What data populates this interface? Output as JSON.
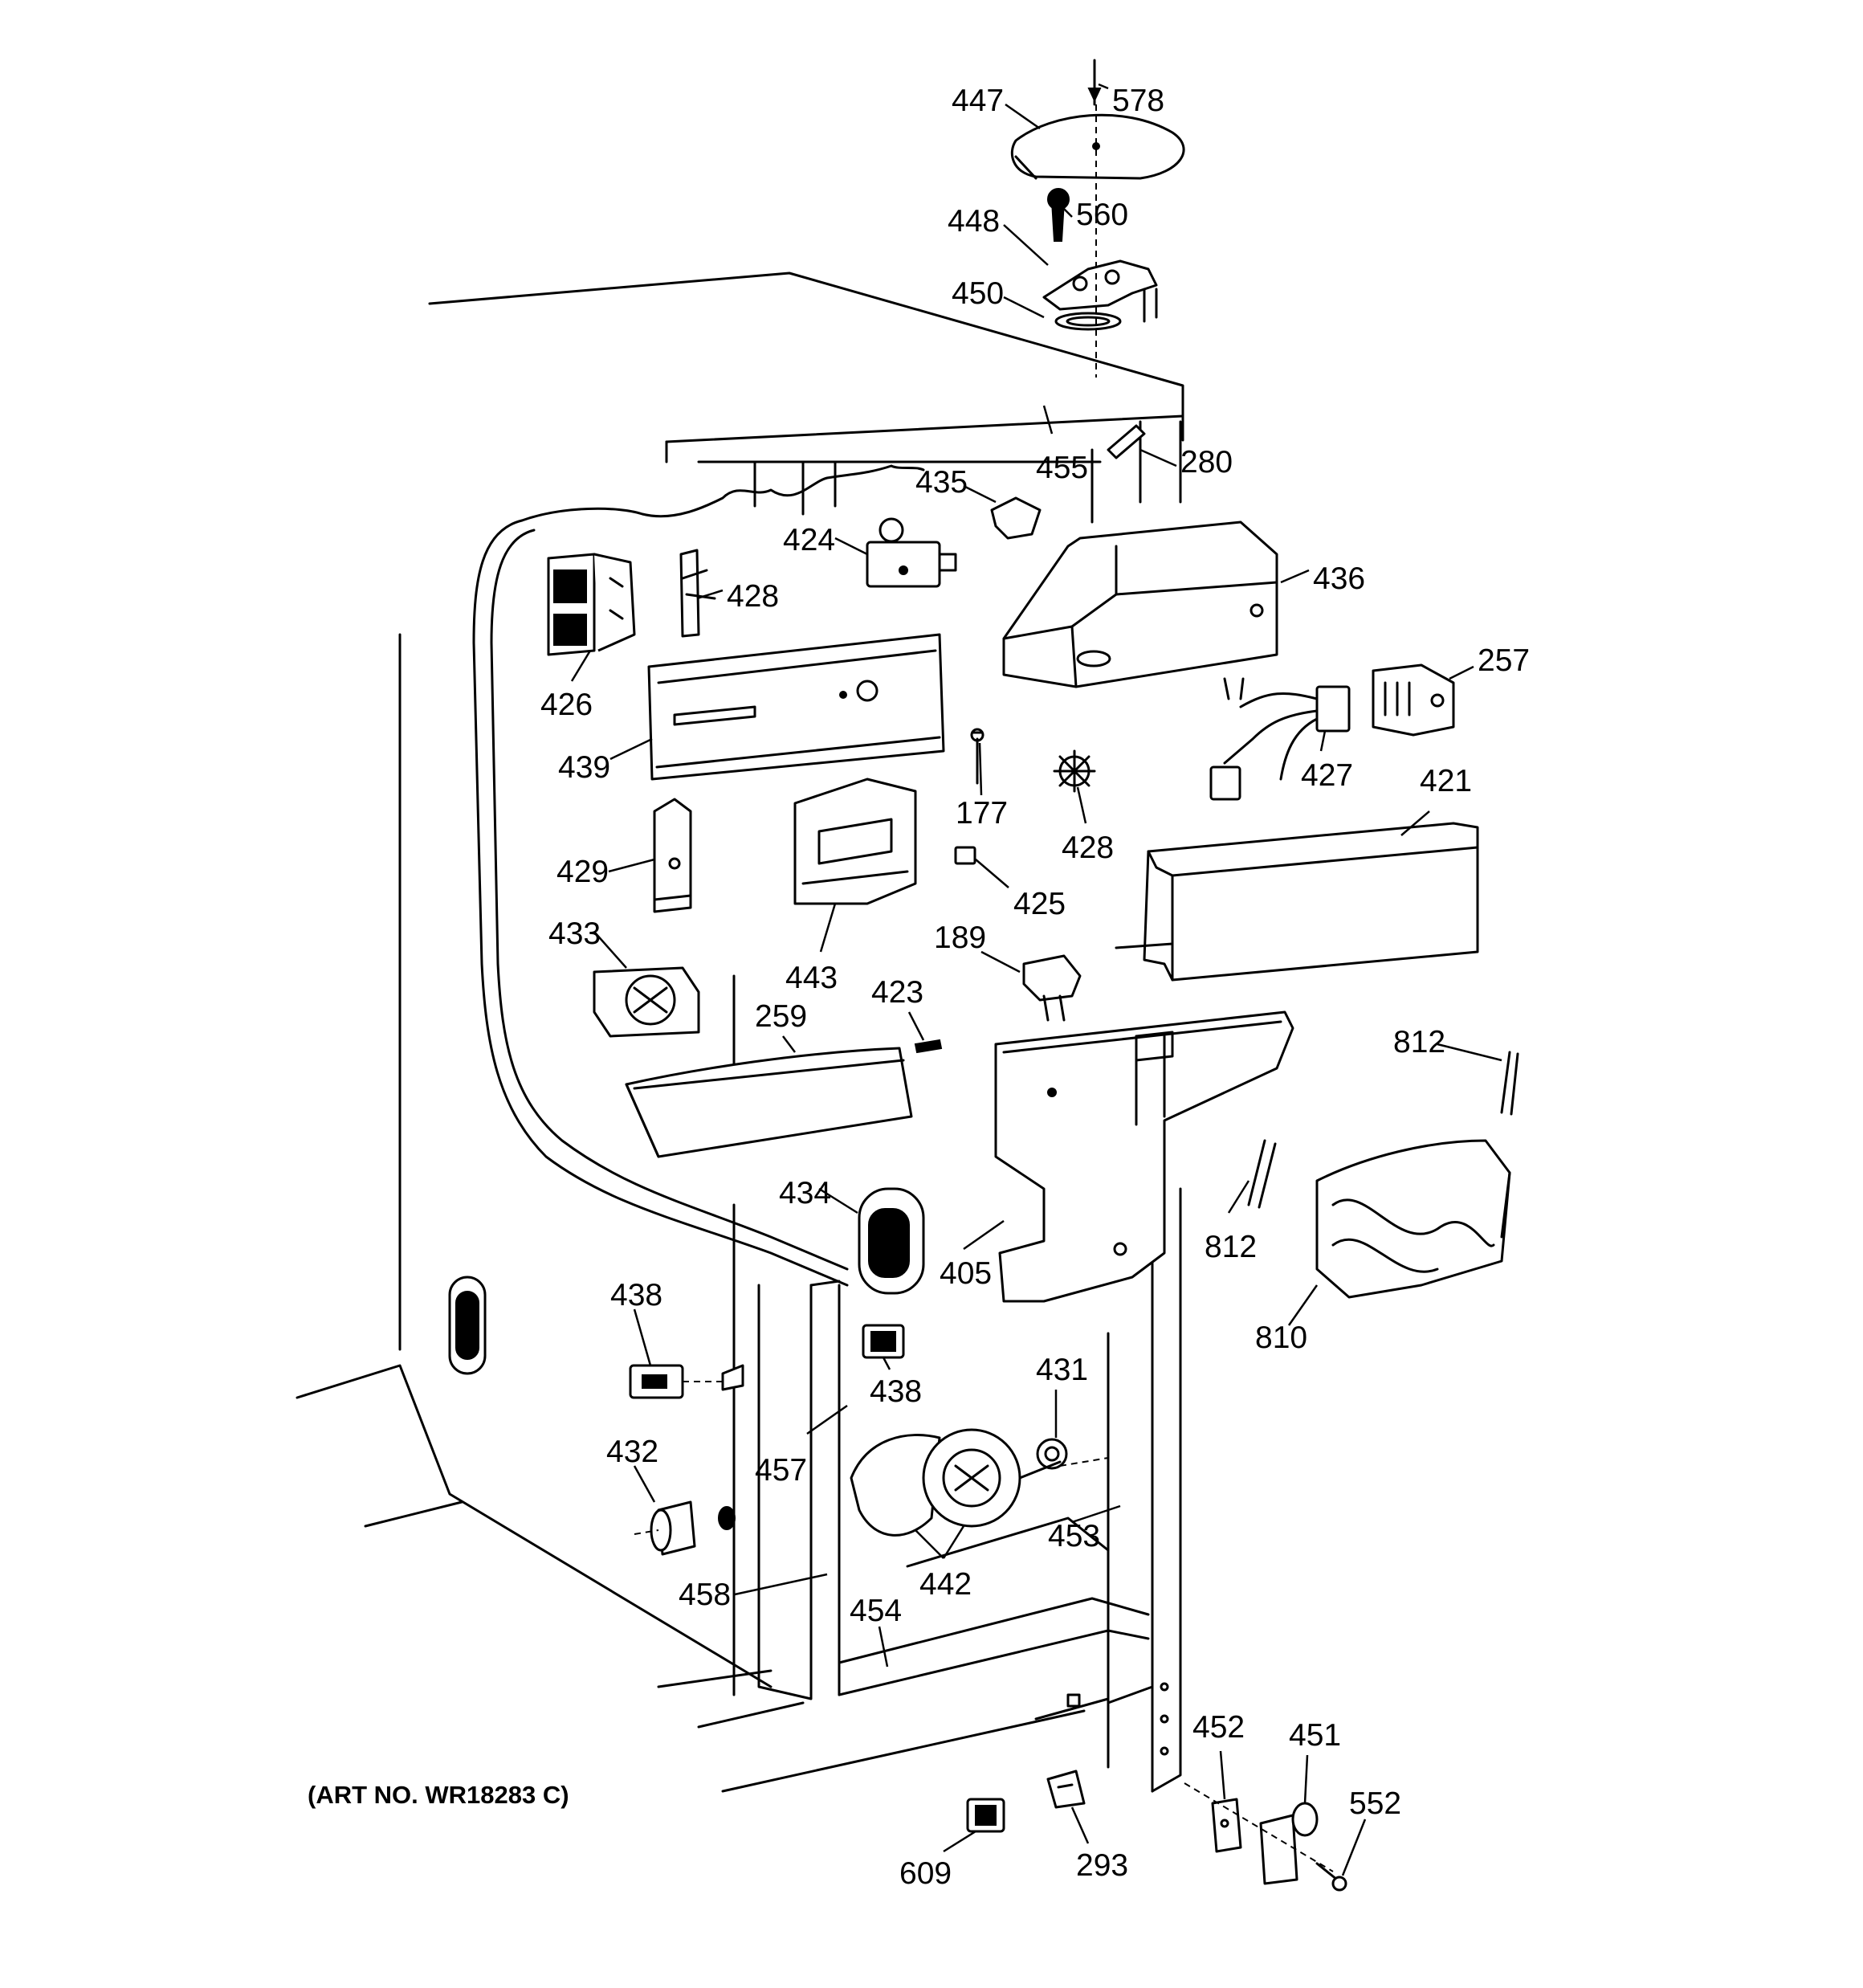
{
  "art_number": "(ART NO. WR18283 C)",
  "callouts": {
    "c447": "447",
    "c578": "578",
    "c448": "448",
    "c560": "560",
    "c450": "450",
    "c455": "455",
    "c280": "280",
    "c435": "435",
    "c424": "424",
    "c428a": "428",
    "c436": "436",
    "c426": "426",
    "c439": "439",
    "c257": "257",
    "c177": "177",
    "c428b": "428",
    "c427": "427",
    "c421": "421",
    "c429": "429",
    "c443": "443",
    "c425": "425",
    "c433": "433",
    "c189": "189",
    "c423": "423",
    "c259": "259",
    "c812a": "812",
    "c434": "434",
    "c405": "405",
    "c812b": "812",
    "c810": "810",
    "c438a": "438",
    "c438b": "438",
    "c431": "431",
    "c457": "457",
    "c432": "432",
    "c453": "453",
    "c442": "442",
    "c458": "458",
    "c454": "454",
    "c452": "452",
    "c451": "451",
    "c552": "552",
    "c609": "609",
    "c293": "293"
  }
}
